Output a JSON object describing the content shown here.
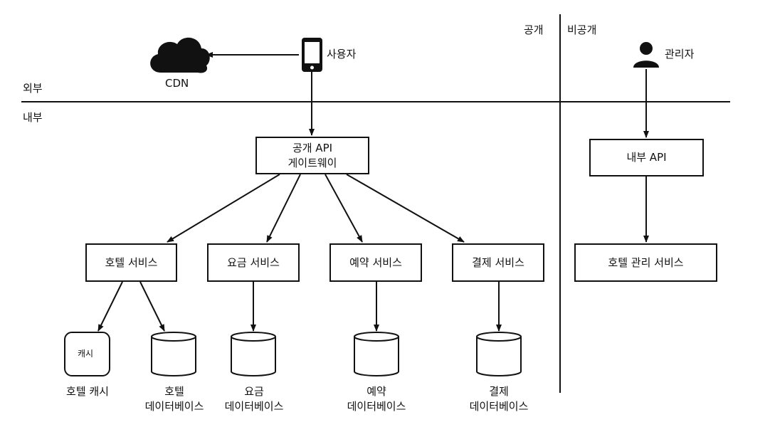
{
  "zones": {
    "public": "공개",
    "private": "비공개",
    "external": "외부",
    "internal": "내부"
  },
  "actors": {
    "user": "사용자",
    "admin": "관리자",
    "cdn": "CDN"
  },
  "gateway": {
    "line1": "공개 API",
    "line2": "게이트웨이"
  },
  "internal_api": "내부 API",
  "services": {
    "hotel": "호텔 서비스",
    "rate": "요금 서비스",
    "reservation": "예약 서비스",
    "payment": "결제 서비스",
    "hotel_management": "호텔 관리 서비스"
  },
  "cache": {
    "label": "캐시",
    "caption": "호텔 캐시"
  },
  "databases": {
    "hotel": {
      "line1": "호텔",
      "line2": "데이터베이스"
    },
    "rate": {
      "line1": "요금",
      "line2": "데이터베이스"
    },
    "reservation": {
      "line1": "예약",
      "line2": "데이터베이스"
    },
    "payment": {
      "line1": "결제",
      "line2": "데이터베이스"
    }
  }
}
